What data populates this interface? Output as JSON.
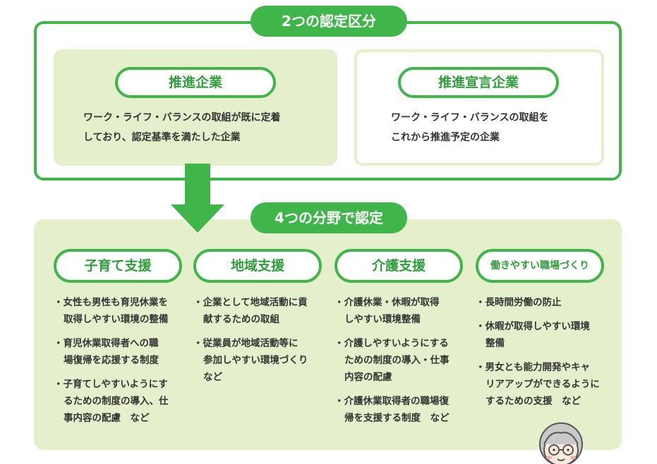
{
  "top_header": "2つの認定区分",
  "categories": [
    {
      "title": "推進企業",
      "description": "ワーク・ライフ・バランスの取組が既に定着\nしており、認定基準を満たした企業"
    },
    {
      "title": "推進宣言企業",
      "description": "ワーク・ライフ・バランスの取組を\nこれから推進予定の企業"
    }
  ],
  "middle_header": "4つの分野で認定",
  "fields": [
    {
      "title": "子育て支援",
      "items": [
        "女性も男性も育児休業を\n取得しやすい環境の整備",
        "育児休業取得者への職\n場復帰を応援する制度",
        "子育てしやすいようにす\nるための制度の導入、仕\n事内容の配慮　など"
      ]
    },
    {
      "title": "地域支援",
      "items": [
        "企業として地域活動に貢\n献するための取組",
        "従業員が地域活動等に\n参加しやすい環境づくり\nなど"
      ]
    },
    {
      "title": "介護支援",
      "items": [
        "介護休業・休暇が取得\nしやすい環境整備",
        "介護しやすいようにする\nための制度の導入・仕事\n内容の配慮",
        "介護休業取得者の職場復\n帰を支援する制度　など"
      ]
    },
    {
      "title": "働きやすい職場づくり",
      "items": [
        "長時間労働の防止",
        "休暇が取得しやすい環境\n整備",
        "男女とも能力開発やキャ\nリアアップができるように\nするための支援　など"
      ]
    }
  ],
  "colors": {
    "green": "#3fb54a",
    "light_green": "#e6efcc",
    "text": "#333333"
  }
}
